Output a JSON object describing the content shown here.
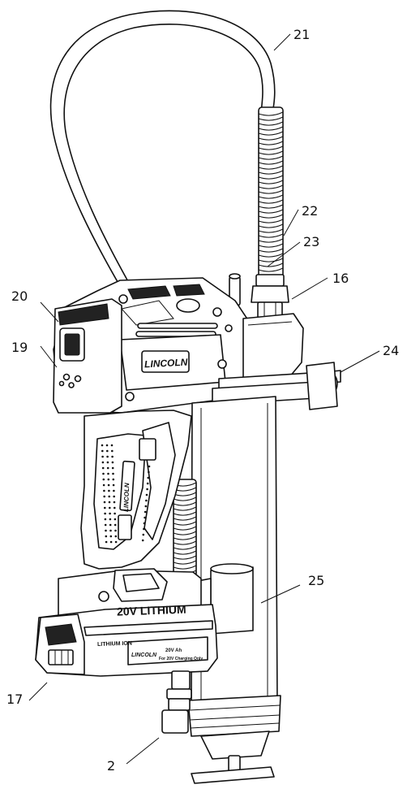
{
  "figure": {
    "brand_label": "LINCOLN",
    "battery_label": "20V LITHIUM",
    "battery_pack_label": "LITHIUM ION",
    "battery_spec_label": "20V Ah",
    "battery_small_print": "For 20V Charging Only"
  },
  "callouts": [
    {
      "id": "21",
      "label": "21"
    },
    {
      "id": "22",
      "label": "22"
    },
    {
      "id": "23",
      "label": "23"
    },
    {
      "id": "16",
      "label": "16"
    },
    {
      "id": "20",
      "label": "20"
    },
    {
      "id": "19",
      "label": "19"
    },
    {
      "id": "24",
      "label": "24"
    },
    {
      "id": "25",
      "label": "25"
    },
    {
      "id": "17",
      "label": "17"
    },
    {
      "id": "2",
      "label": "2"
    }
  ]
}
